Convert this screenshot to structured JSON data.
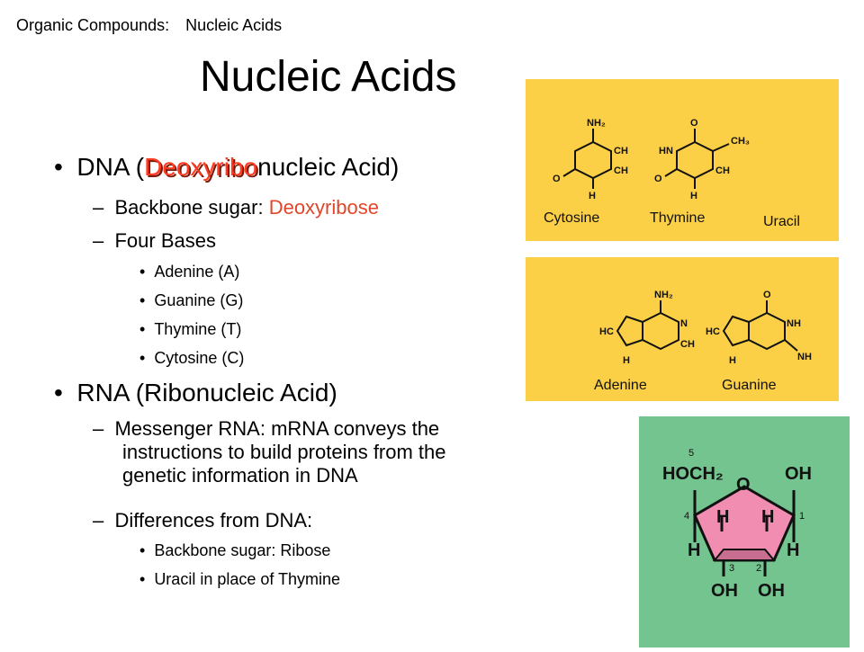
{
  "header": {
    "section": "Organic Compounds:",
    "topic": "Nucleic Acids"
  },
  "title": "Nucleic Acids",
  "dna": {
    "prefix": "DNA (",
    "highlight": "Deoxyribo",
    "suffix": "nucleic Acid)",
    "sugar_label": "Backbone sugar: ",
    "sugar_value": "Deoxyribose",
    "bases_label": "Four Bases",
    "bases": [
      "Adenine (A)",
      "Guanine (G)",
      "Thymine (T)",
      "Cytosine (C)"
    ]
  },
  "rna": {
    "title": "RNA (Ribonucleic Acid)",
    "messenger": [
      "Messenger RNA: mRNA conveys the",
      "instructions to build proteins from the",
      "genetic information in DNA"
    ],
    "differences_label": "Differences from DNA:",
    "differences": [
      "Backbone sugar: Ribose",
      "Uracil in place of Thymine"
    ]
  },
  "pyrimidines": {
    "cytosine": "Cytosine",
    "thymine": "Thymine",
    "uracil": "Uracil"
  },
  "purines": {
    "adenine": "Adenine",
    "guanine": "Guanine"
  },
  "colors": {
    "accent": "#e2462a",
    "panel_yellow": "#fcd046",
    "panel_green": "#74c490",
    "sugar_ring": "#f08db0"
  }
}
